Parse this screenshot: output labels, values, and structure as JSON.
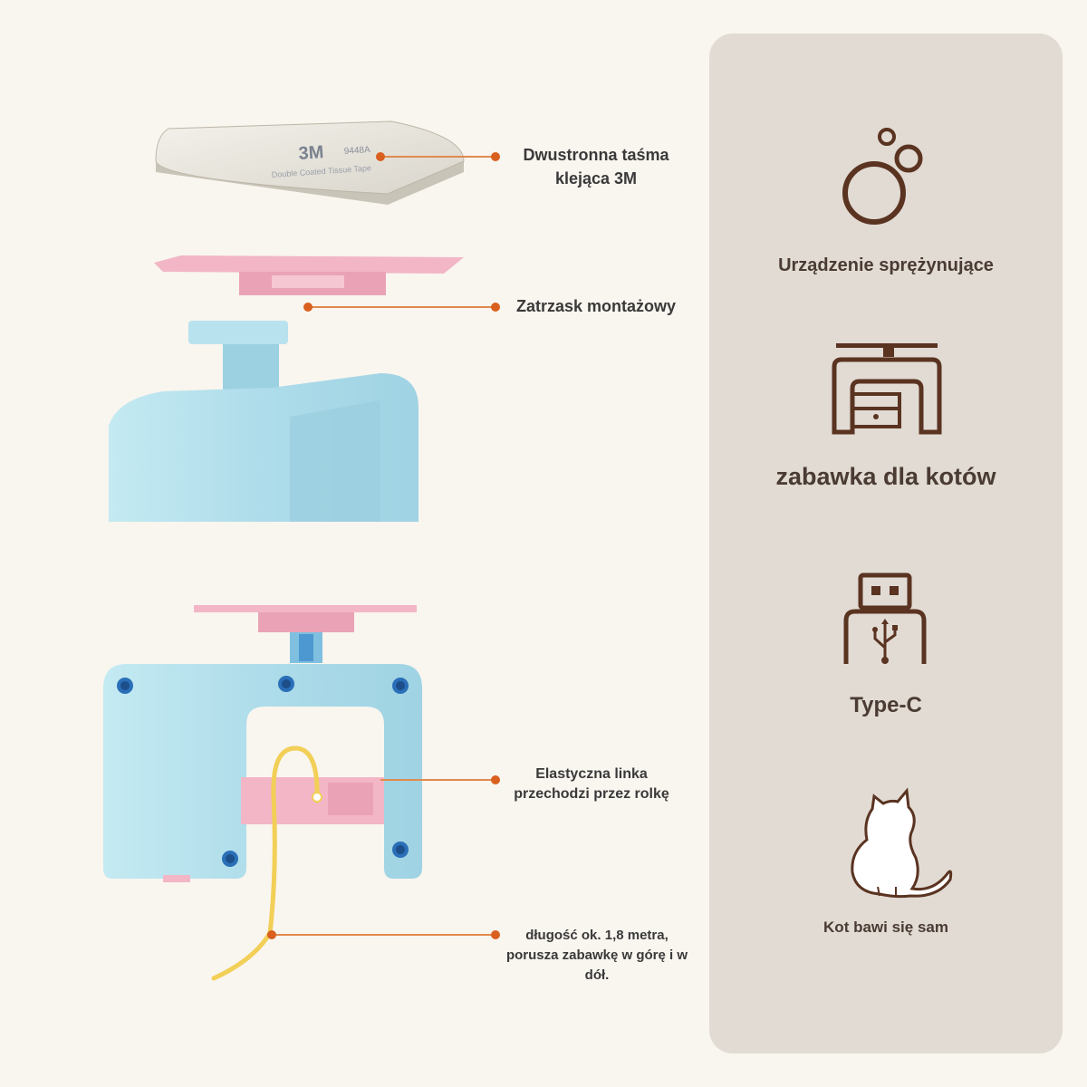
{
  "callouts": {
    "tape": {
      "line1": "Dwustronna taśma",
      "line2": "klejąca 3M"
    },
    "mount": {
      "text": "Zatrzask montażowy"
    },
    "cord": {
      "line1": "Elastyczna linka",
      "line2": "przechodzi przez rolkę"
    },
    "length": {
      "line1": "długość ok. 1,8 metra,",
      "line2": "porusza zabawkę w górę i w",
      "line3": "dół."
    }
  },
  "tape_print": {
    "brand": "3M",
    "code": "9448A",
    "desc": "Double Coated Tissue Tape"
  },
  "features": [
    {
      "label": "Urządzenie sprężynujące",
      "icon": "bubbles-icon"
    },
    {
      "label": "zabawka dla kotów",
      "icon": "cat-toy-device-icon"
    },
    {
      "label": "Type-C",
      "icon": "usb-icon"
    },
    {
      "label": "Kot bawi się sam",
      "icon": "cat-icon"
    }
  ],
  "colors": {
    "panel_bg": "#e1dbd3",
    "icon_brown": "#5a3321",
    "accent_orange": "#d95f1e",
    "device_blue": "#a9dbe8",
    "device_pink": "#f2b6c6",
    "cord_yellow": "#f2cf57"
  }
}
